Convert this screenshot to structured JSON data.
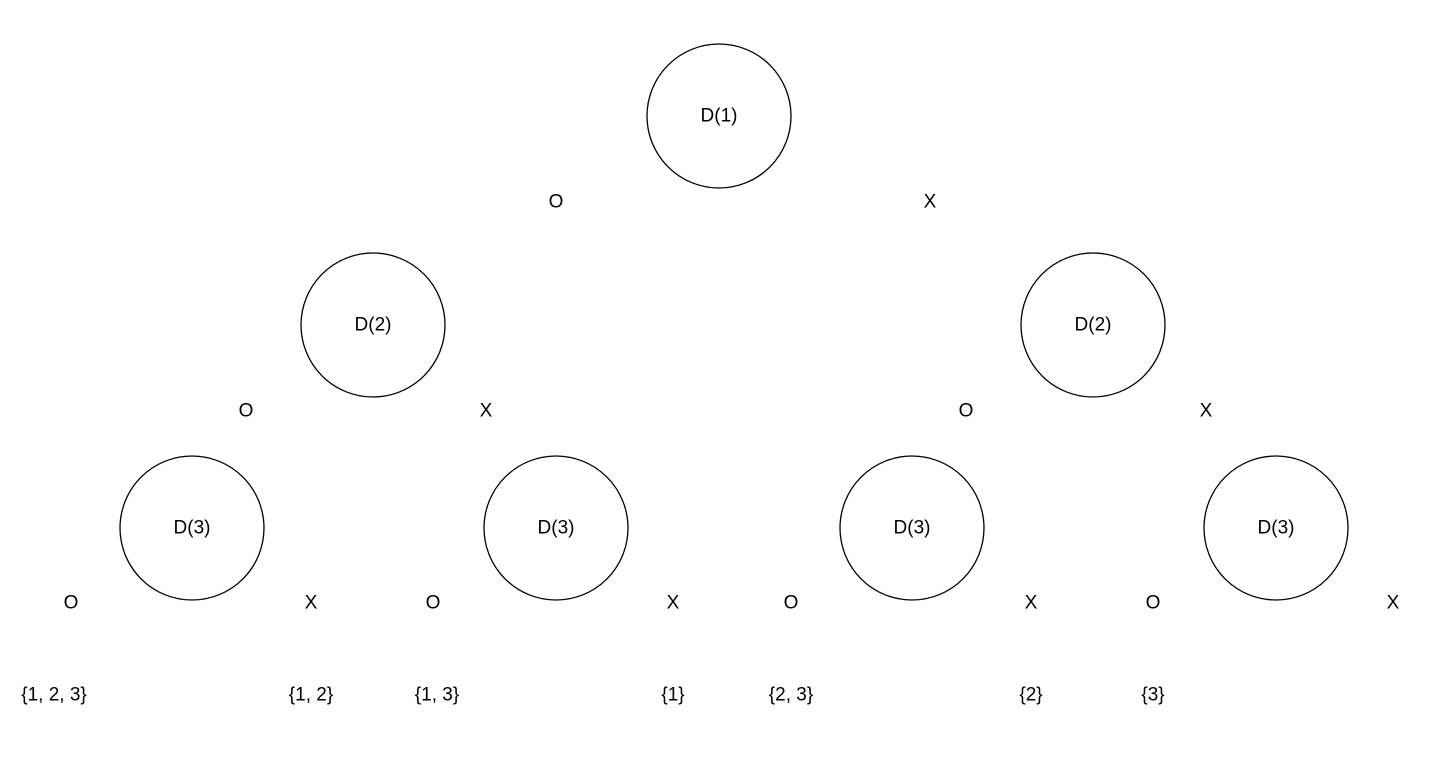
{
  "nodes": [
    {
      "id": "root",
      "label": "D(1)"
    },
    {
      "id": "l",
      "label": "D(2)"
    },
    {
      "id": "r",
      "label": "D(2)"
    },
    {
      "id": "ll",
      "label": "D(3)"
    },
    {
      "id": "lr",
      "label": "D(3)"
    },
    {
      "id": "rl",
      "label": "D(3)"
    },
    {
      "id": "rr",
      "label": "D(3)"
    }
  ],
  "edge_labels": [
    {
      "id": "root-o",
      "text": "O"
    },
    {
      "id": "root-x",
      "text": "X"
    },
    {
      "id": "l-o",
      "text": "O"
    },
    {
      "id": "l-x",
      "text": "X"
    },
    {
      "id": "r-o",
      "text": "O"
    },
    {
      "id": "r-x",
      "text": "X"
    },
    {
      "id": "ll-o",
      "text": "O"
    },
    {
      "id": "ll-x",
      "text": "X"
    },
    {
      "id": "lr-o",
      "text": "O"
    },
    {
      "id": "lr-x",
      "text": "X"
    },
    {
      "id": "rl-o",
      "text": "O"
    },
    {
      "id": "rl-x",
      "text": "X"
    },
    {
      "id": "rr-o",
      "text": "O"
    },
    {
      "id": "rr-x",
      "text": "X"
    }
  ],
  "leaves": [
    {
      "id": "leaf-1",
      "text": "{1, 2, 3}"
    },
    {
      "id": "leaf-2",
      "text": "{1, 2}"
    },
    {
      "id": "leaf-3",
      "text": "{1, 3}"
    },
    {
      "id": "leaf-4",
      "text": "{1}"
    },
    {
      "id": "leaf-5",
      "text": "{2, 3}"
    },
    {
      "id": "leaf-6",
      "text": "{2}"
    },
    {
      "id": "leaf-7",
      "text": "{3}"
    }
  ]
}
